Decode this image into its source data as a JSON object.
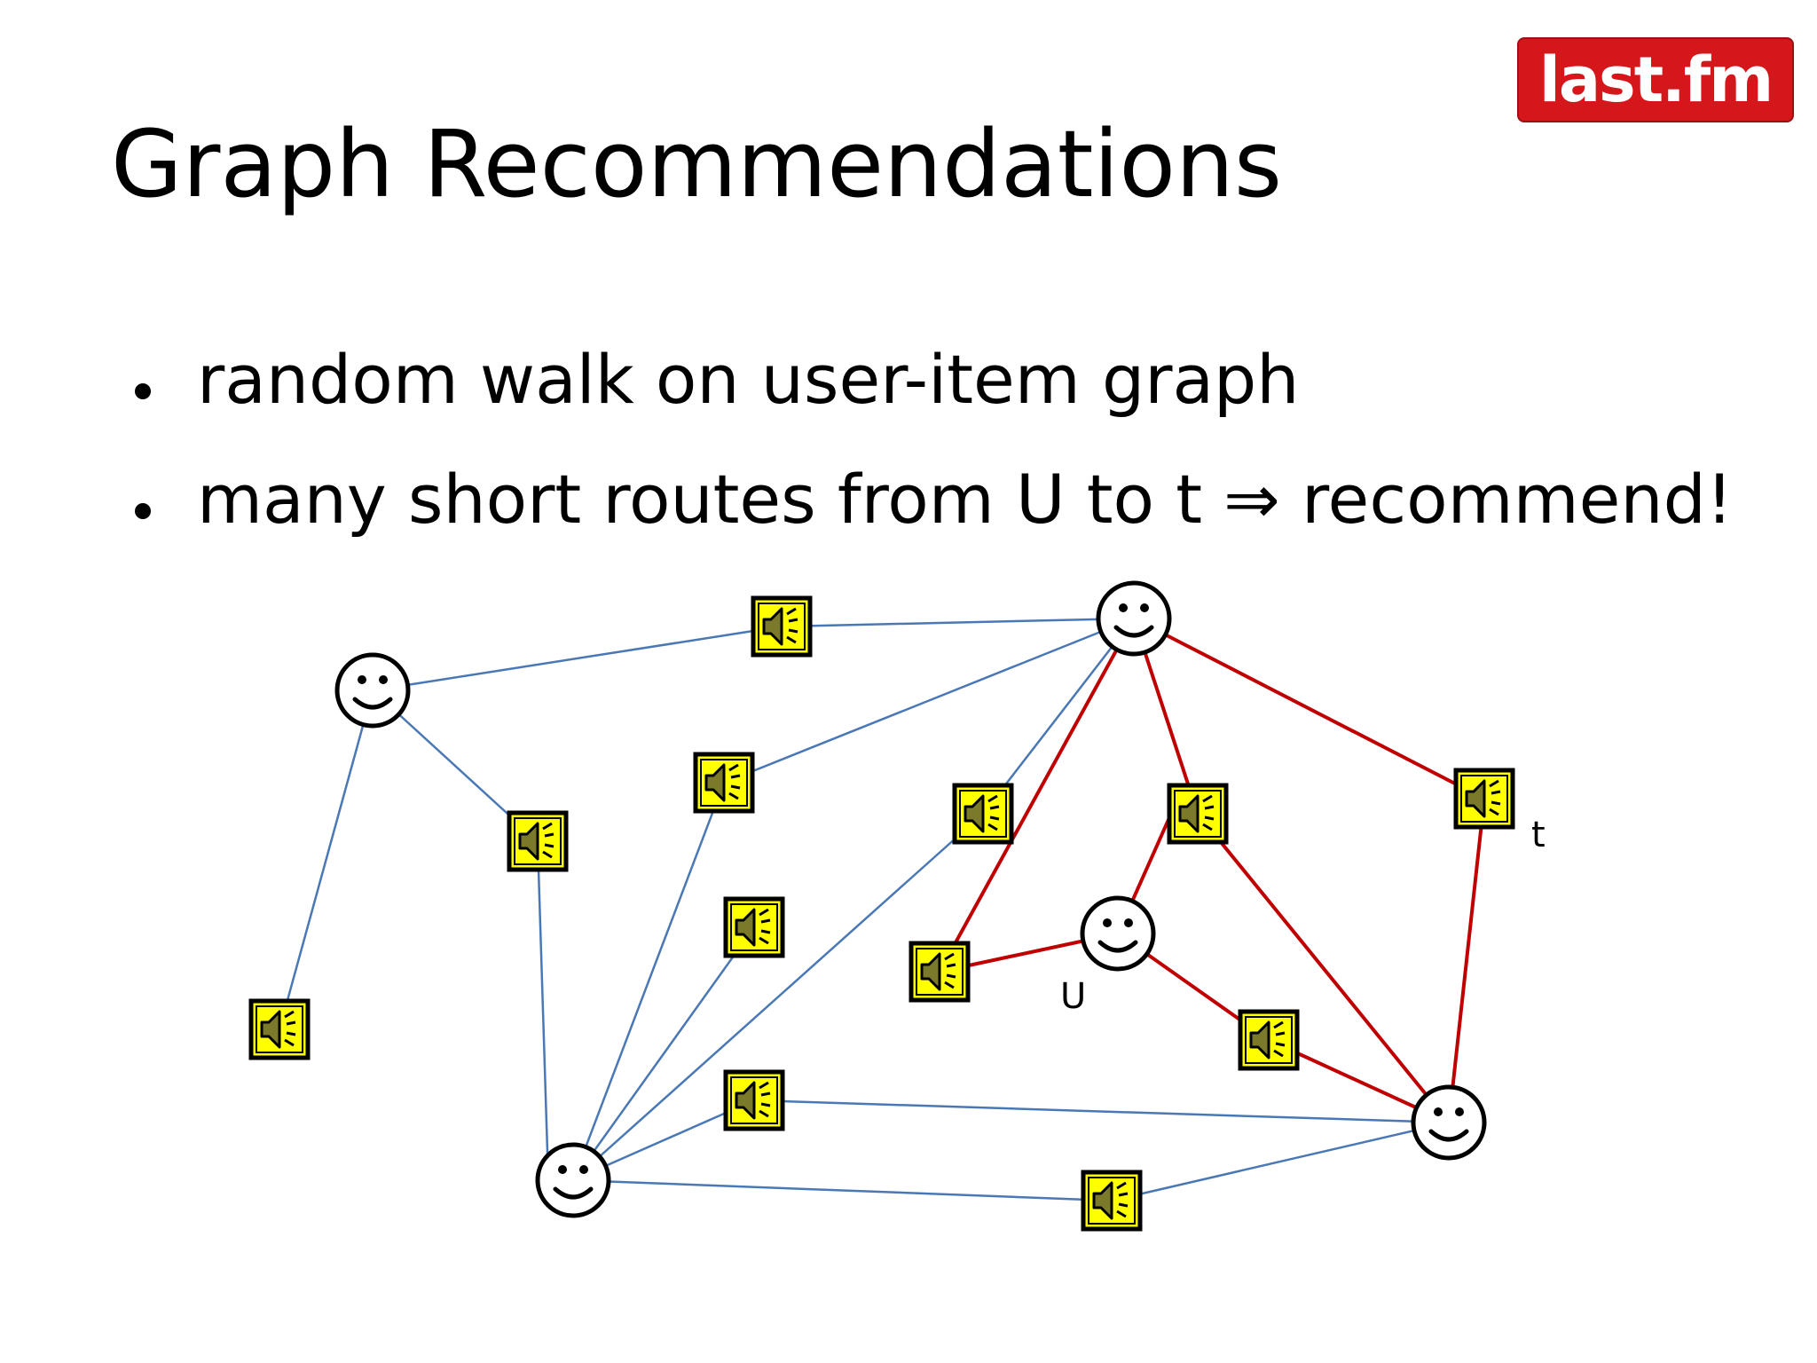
{
  "logo": {
    "text": "last.fm",
    "color": "#d5161b"
  },
  "title": "Graph Recommendations",
  "bullets": [
    "random walk on user-item graph",
    "many short routes from U to t ⇒ recommend!"
  ],
  "diagram": {
    "labels": {
      "user": "U",
      "target": "t"
    },
    "colors": {
      "edge": "#4a78b5",
      "highlighted_edge": "#c00000",
      "item_fill": "#ffff00"
    },
    "node_types": {
      "user": "smiley-icon",
      "item": "speaker-icon"
    }
  }
}
